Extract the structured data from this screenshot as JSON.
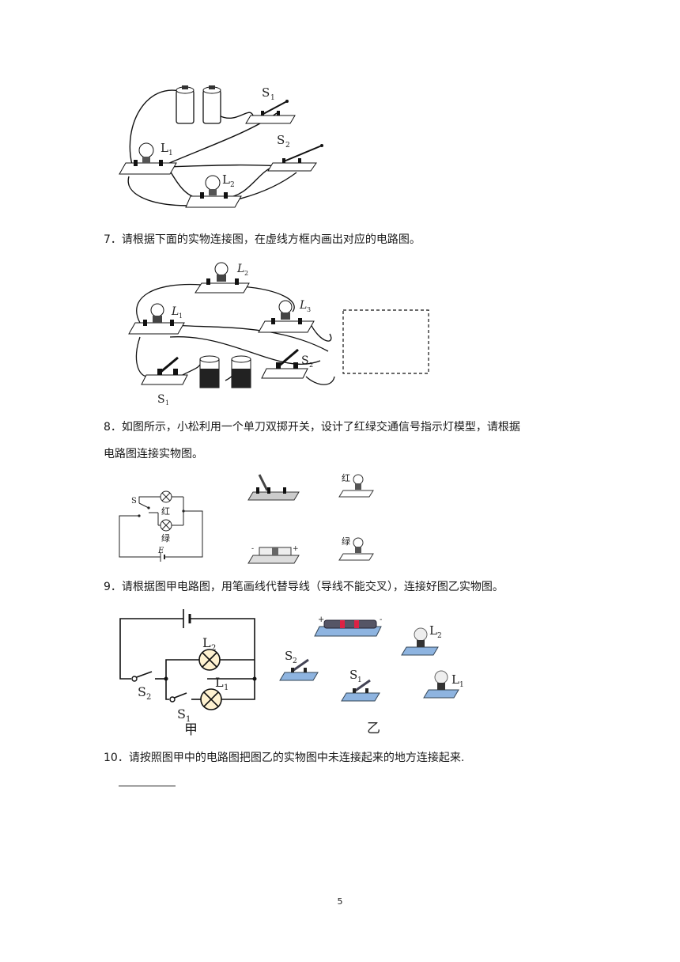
{
  "questions": [
    {
      "number": "7．",
      "text": "请根据下面的实物连接图，在虚线方框内画出对应的电路图。"
    },
    {
      "number": "8．",
      "text": "如图所示，小松利用一个单刀双掷开关，设计了红绿交通信号指示灯模型，请根据",
      "text2": "电路图连接实物图。"
    },
    {
      "number": "9．",
      "text": "请根据图甲电路图，用笔画线代替导线（导线不能交叉），连接好图乙实物图。"
    },
    {
      "number": "10．",
      "text": "请按照图甲中的电路图把图乙的实物图中未连接起来的地方连接起来."
    }
  ],
  "figure_top": {
    "labels": {
      "s1": "S",
      "s1_sub": "1",
      "s2": "S",
      "s2_sub": "2",
      "l1": "L",
      "l1_sub": "1",
      "l2": "L",
      "l2_sub": "2"
    }
  },
  "figure_q7": {
    "labels": {
      "l1": "L",
      "l1_sub": "1",
      "l2": "L",
      "l2_sub": "2",
      "l3": "L",
      "l3_sub": "3",
      "s1": "S",
      "s1_sub": "1",
      "s2": "S",
      "s2_sub": "2"
    }
  },
  "figure_q8": {
    "labels": {
      "s": "S",
      "red": "红",
      "green": "绿",
      "e": "E",
      "red_obj": "红",
      "green_obj": "绿",
      "plus": "+",
      "minus": "-"
    }
  },
  "figure_q9": {
    "labels": {
      "l1": "L",
      "l1_sub": "1",
      "l2": "L",
      "l2_sub": "2",
      "s1": "S",
      "s1_sub": "1",
      "s2": "S",
      "s2_sub": "2",
      "jia": "甲",
      "yi": "乙",
      "plus": "+",
      "minus": "-"
    }
  },
  "page_number": "5"
}
